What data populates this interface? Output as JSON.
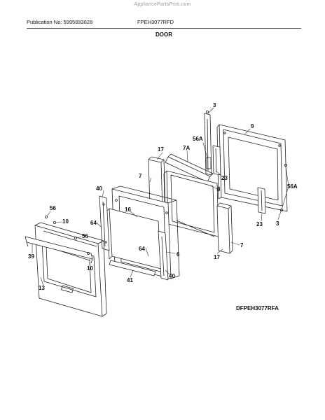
{
  "source": "AppliancePartsPros.com",
  "publication": "Publication No: 5995693628",
  "model": "FPEH3077RFD",
  "section": "DOOR",
  "diagram_ref": "DFPEH3077RFA",
  "callouts": {
    "c3a": "3",
    "c9": "9",
    "c56a_top": "56A",
    "c17_top": "17",
    "c7a": "7A",
    "c7_left": "7",
    "c8": "8",
    "c23_top": "23",
    "c56a_right": "56A",
    "c40_top": "40",
    "c16": "16",
    "c23_bottom": "23",
    "c3b": "3",
    "c56_top": "56",
    "c10_top": "10",
    "c64_left": "64",
    "c56_mid": "56",
    "c64_mid": "64",
    "c6": "6",
    "c7_right": "7",
    "c17_bottom": "17",
    "c39": "39",
    "c10_bottom": "10",
    "c40_bottom": "40",
    "c41": "41",
    "c13": "13"
  }
}
